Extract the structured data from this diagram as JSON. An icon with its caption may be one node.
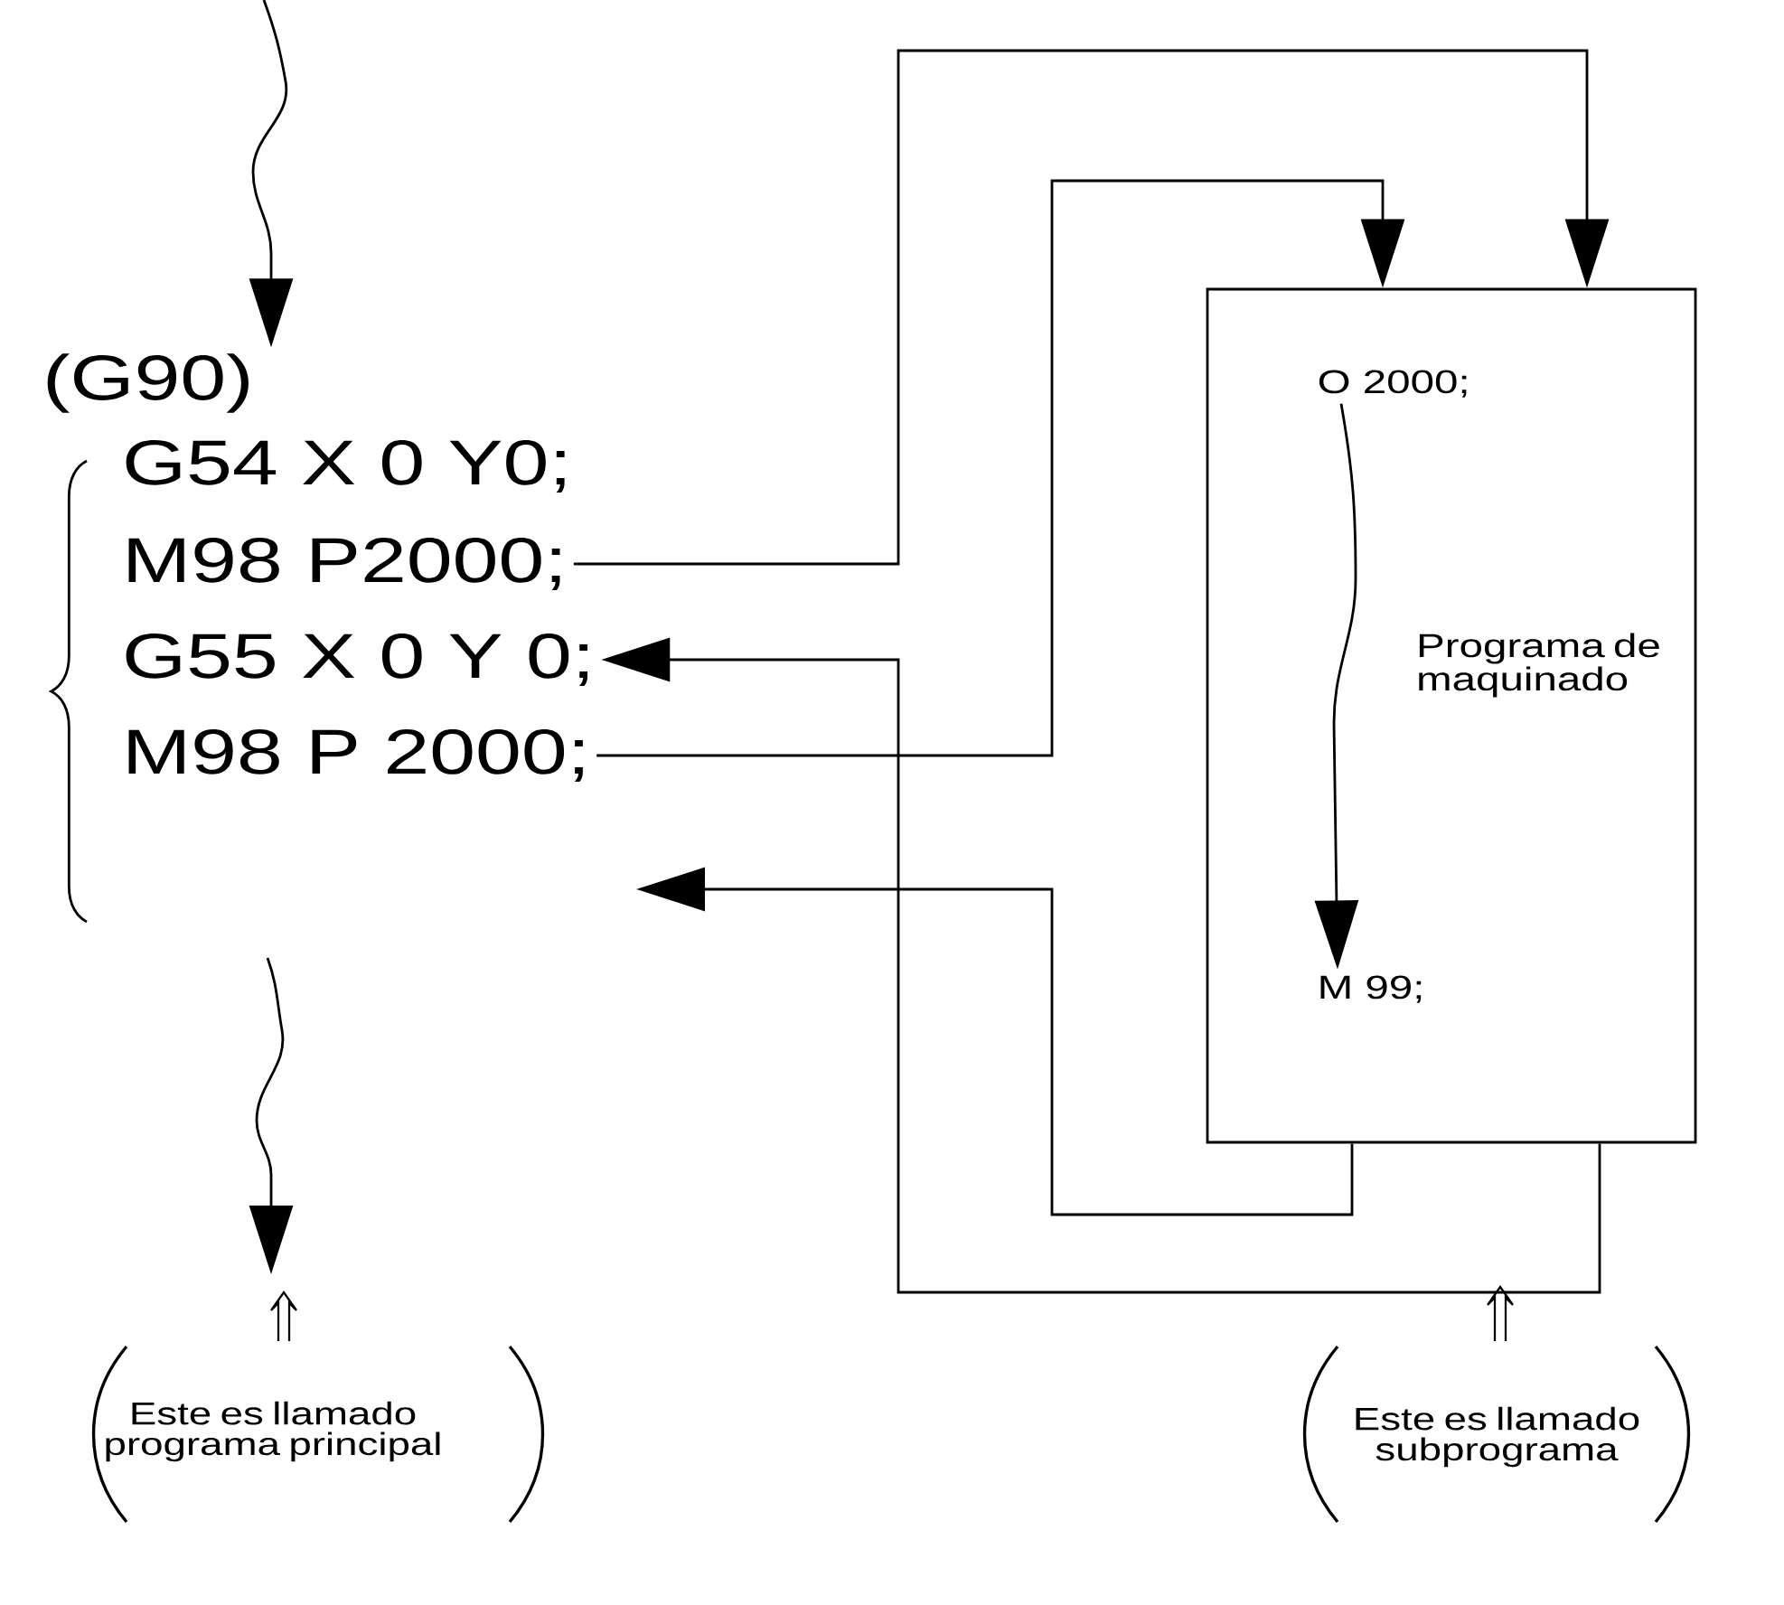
{
  "diagram": {
    "nodes": [
      {
        "text": [
          "(G90)"
        ]
      },
      {
        "text": [
          "G54 X 0 Y0;"
        ]
      },
      {
        "text": [
          "M98 P2000;"
        ]
      },
      {
        "text": [
          "G55 X 0 Y 0;"
        ]
      },
      {
        "text": [
          "M98 P 2000;"
        ]
      },
      {
        "text": [],
        "shape": "box"
      },
      {
        "text": [
          "O 2000;"
        ],
        "in": 5
      },
      {
        "text": [
          "M 99;"
        ],
        "in": 5
      },
      {
        "text": [
          "Este es llamado programa principal"
        ]
      },
      {
        "text": [
          "Este es llamado subprograma"
        ]
      }
    ],
    "edges": [
      {
        "from": null,
        "to": 0,
        "arrow": "to"
      },
      {
        "from": 2,
        "to": 5,
        "arrow": "to"
      },
      {
        "from": 4,
        "to": 5,
        "arrow": "to"
      },
      {
        "from": 5,
        "to": 3,
        "arrow": "to"
      },
      {
        "from": 5,
        "to": null,
        "arrow": "to"
      },
      {
        "from": 6,
        "to": 7,
        "label": "Programa de maquinado",
        "arrow": "to"
      }
    ]
  }
}
